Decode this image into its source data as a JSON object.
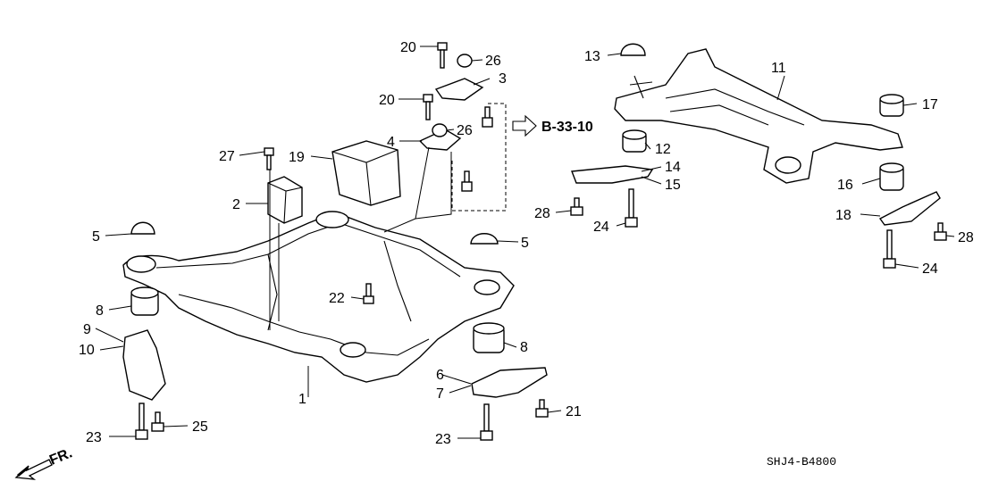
{
  "diagram": {
    "drawing_code": "SHJ4-B4800",
    "reference": "B-33-10",
    "direction_label": "FR.",
    "callouts": [
      {
        "id": "c1",
        "text": "1"
      },
      {
        "id": "c2",
        "text": "2"
      },
      {
        "id": "c3",
        "text": "3"
      },
      {
        "id": "c4",
        "text": "4"
      },
      {
        "id": "c5a",
        "text": "5"
      },
      {
        "id": "c5b",
        "text": "5"
      },
      {
        "id": "c6",
        "text": "6"
      },
      {
        "id": "c7",
        "text": "7"
      },
      {
        "id": "c8a",
        "text": "8"
      },
      {
        "id": "c8b",
        "text": "8"
      },
      {
        "id": "c9",
        "text": "9"
      },
      {
        "id": "c10",
        "text": "10"
      },
      {
        "id": "c11",
        "text": "11"
      },
      {
        "id": "c12",
        "text": "12"
      },
      {
        "id": "c13",
        "text": "13"
      },
      {
        "id": "c14",
        "text": "14"
      },
      {
        "id": "c15",
        "text": "15"
      },
      {
        "id": "c16",
        "text": "16"
      },
      {
        "id": "c17",
        "text": "17"
      },
      {
        "id": "c18",
        "text": "18"
      },
      {
        "id": "c19",
        "text": "19"
      },
      {
        "id": "c20a",
        "text": "20"
      },
      {
        "id": "c20b",
        "text": "20"
      },
      {
        "id": "c21",
        "text": "21"
      },
      {
        "id": "c22",
        "text": "22"
      },
      {
        "id": "c23a",
        "text": "23"
      },
      {
        "id": "c23b",
        "text": "23"
      },
      {
        "id": "c24a",
        "text": "24"
      },
      {
        "id": "c24b",
        "text": "24"
      },
      {
        "id": "c25",
        "text": "25"
      },
      {
        "id": "c26a",
        "text": "26"
      },
      {
        "id": "c26b",
        "text": "26"
      },
      {
        "id": "c27",
        "text": "27"
      },
      {
        "id": "c28a",
        "text": "28"
      },
      {
        "id": "c28b",
        "text": "28"
      }
    ]
  }
}
